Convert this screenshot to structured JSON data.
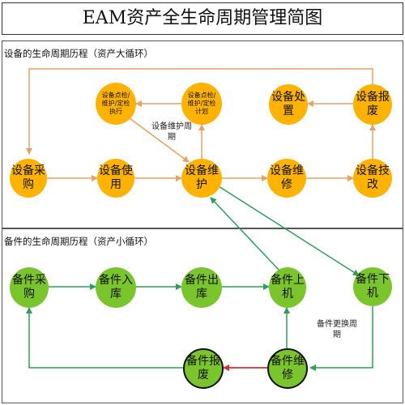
{
  "title": "EAM资产全生命周期管理简图",
  "big_cycle": {
    "label": "设备的生命周期历程（资产大循环）",
    "nodes": {
      "purchase": [
        "设备采",
        "购"
      ],
      "use": [
        "设备使",
        "用"
      ],
      "maintain": [
        "设备维",
        "护"
      ],
      "repair": [
        "设备维",
        "修"
      ],
      "upgrade": [
        "设备技",
        "改"
      ],
      "scrap": [
        "设备报",
        "废"
      ],
      "dispose": [
        "设备处",
        "置"
      ],
      "inspect_exec": [
        "设备点检/",
        "维护/定检",
        "执行"
      ],
      "inspect_plan": [
        "设备点检/",
        "维护/定检",
        "计划"
      ]
    },
    "cycle_note": [
      "设备维护周",
      "期"
    ]
  },
  "small_cycle": {
    "label": "备件的生命周期历程（资产小循环）",
    "nodes": {
      "purchase": [
        "备件采",
        "购"
      ],
      "stock_in": [
        "备件入",
        "库"
      ],
      "stock_out": [
        "备件出",
        "库"
      ],
      "mount": [
        "备件上",
        "机"
      ],
      "unmount": [
        "备件下",
        "机"
      ],
      "repair": [
        "备件维",
        "修"
      ],
      "scrap": [
        "备件报",
        "废"
      ]
    },
    "replace_note": [
      "备件更换周",
      "期"
    ]
  },
  "colors": {
    "orange_node": "#FFB300",
    "orange_arrow": "#E9A064",
    "green_node": "#7AC52E",
    "green_arrow": "#2E9E5B",
    "red_arrow": "#D32F2F"
  }
}
